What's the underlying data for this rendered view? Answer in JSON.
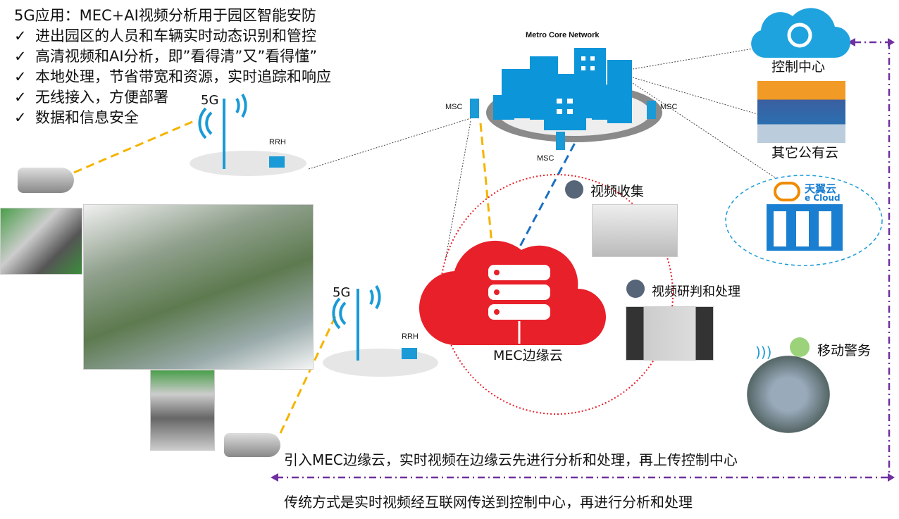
{
  "intro": {
    "title": "5G应用：MEC+AI视频分析用于园区智能安防",
    "check_icon": "✓",
    "bullets": [
      "进出园区的人员和车辆实时动态识别和管控",
      "高清视频和AI分析，即”看得清”又”看得懂”",
      "本地处理，节省带宽和资源，实时追踪和响应",
      "无线接入，方便部署",
      "数据和信息安全"
    ]
  },
  "towers": [
    {
      "label": "5G",
      "rrh": "RRH"
    },
    {
      "label": "5G",
      "rrh": "RRH"
    }
  ],
  "metro": {
    "title": "Metro Core Network",
    "msc": [
      "MSC",
      "MSC",
      "MSC"
    ]
  },
  "mec": {
    "label": "MEC边缘云",
    "items": [
      "视频收集",
      "视频研判和处理"
    ]
  },
  "right": {
    "control_center": "控制中心",
    "other_cloud": "其它公有云",
    "ecloud_cn": "天翼云",
    "ecloud_en": "e Cloud",
    "mobile_police": "移动警务"
  },
  "captions": {
    "mec_path": "引入MEC边缘云，实时视频在边缘云先进行分析和处理，再上传控制中心",
    "traditional_path": "传统方式是实时视频经互联网传送到控制中心，再进行分析和处理"
  },
  "colors": {
    "blue": "#1a9ad6",
    "red": "#e8202a",
    "purple": "#7030a0",
    "yellow": "#f5b400",
    "gray_dot": "#566577",
    "green_dot": "#9bd27a"
  }
}
